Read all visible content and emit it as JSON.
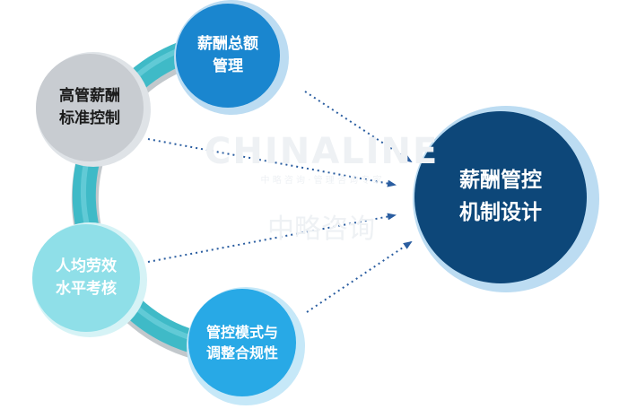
{
  "diagram": {
    "center": {
      "line1": "薪酬管控",
      "line2": "机制设计"
    },
    "nodes": {
      "total": {
        "line1": "薪酬总额",
        "line2": "管理"
      },
      "exec": {
        "line1": "高管薪酬",
        "line2": "标准控制"
      },
      "avg": {
        "line1": "人均劳效",
        "line2": "水平考核"
      },
      "control": {
        "line1": "管控模式与",
        "line2": "调整合规性"
      }
    }
  },
  "watermark": {
    "brand": "CHINALINE",
    "tagline": "中 略 咨 询 · 管 理 咨 询 专 家",
    "name": "中略咨询"
  },
  "colors": {
    "center": "#0d4779",
    "total": "#1a86cf",
    "exec": "#c8ccd1",
    "avg": "#8fdfe8",
    "control": "#28a9e6",
    "ring": "#3fbac7",
    "arrow": "#2a5da0"
  }
}
